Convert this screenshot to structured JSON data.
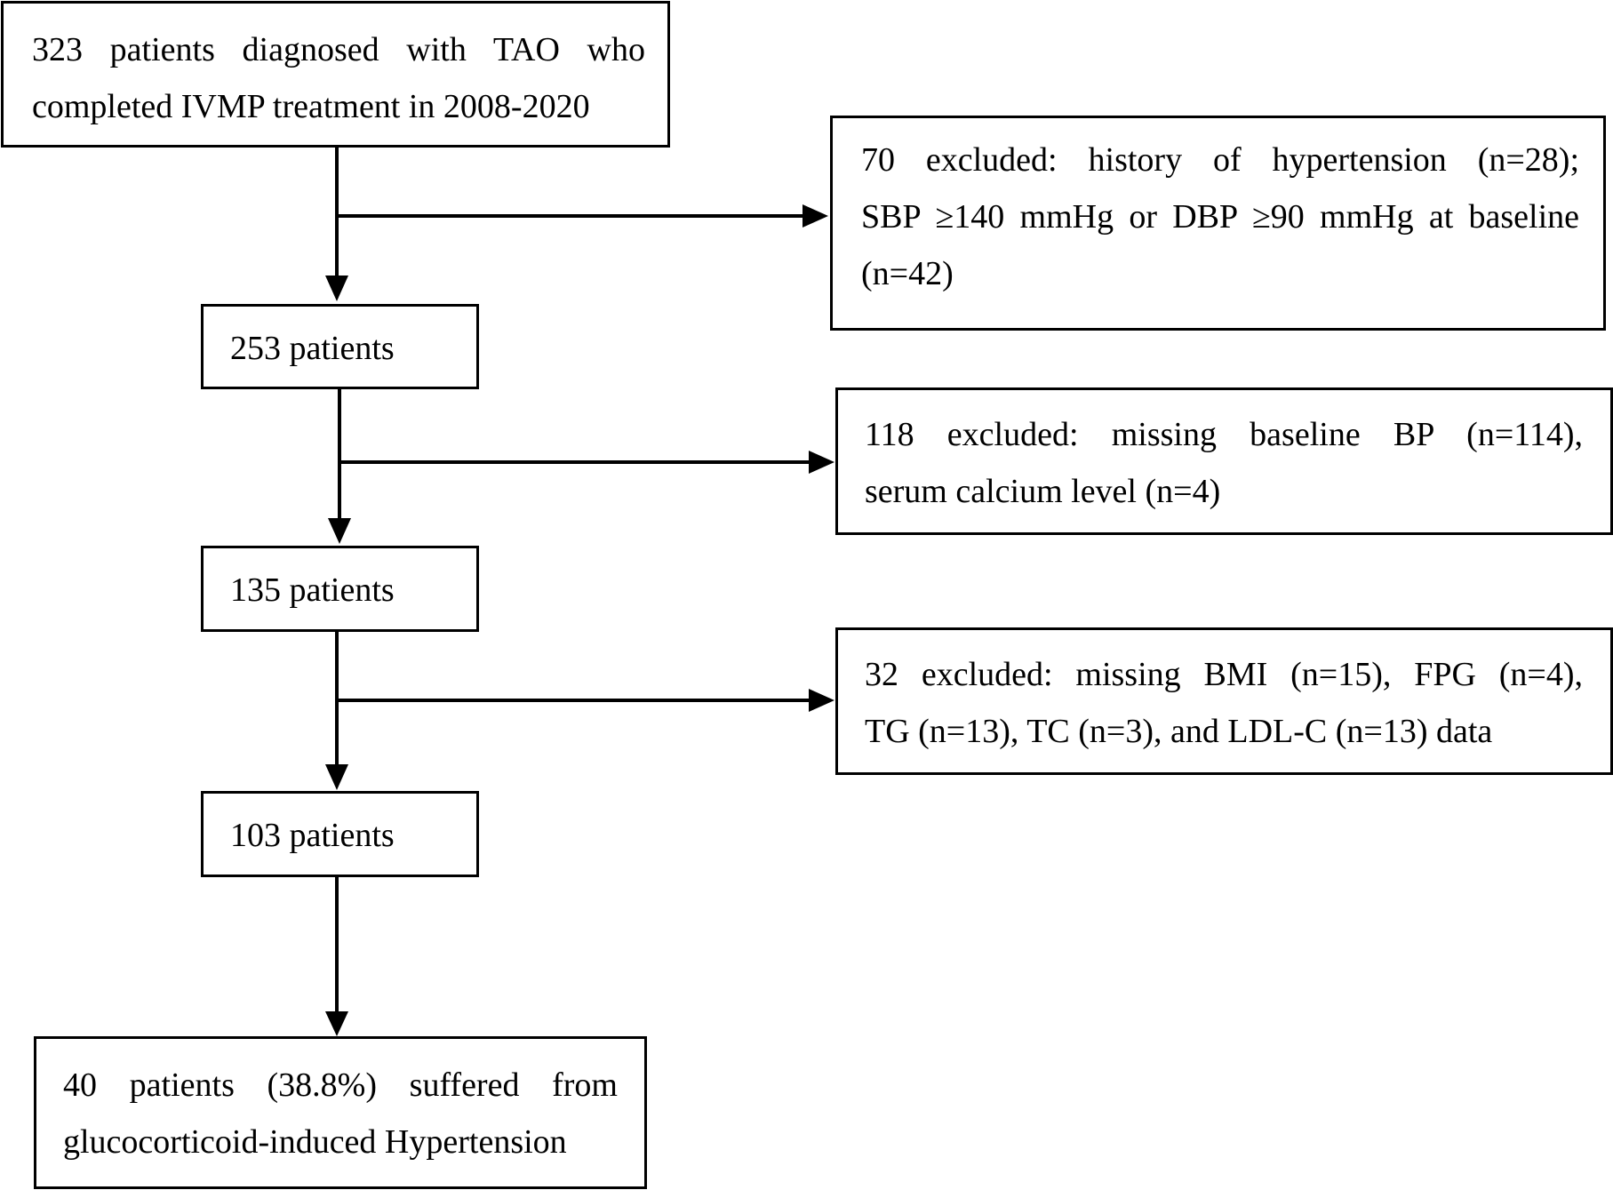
{
  "flowchart": {
    "start": {
      "line1": "323 patients diagnosed with TAO who",
      "line2": "completed IVMP treatment in 2008-2020"
    },
    "exclusion1": {
      "line1": "70 excluded: history of hypertension (n=28);",
      "line2": "SBP ≥140 mmHg or DBP ≥90 mmHg at baseline",
      "line3": "(n=42)"
    },
    "step1": {
      "label": "253 patients"
    },
    "exclusion2": {
      "line1": "118 excluded: missing baseline BP (n=114),",
      "line2": "serum calcium level (n=4)"
    },
    "step2": {
      "label": "135 patients"
    },
    "exclusion3": {
      "line1": "32 excluded: missing BMI (n=15), FPG (n=4),",
      "line2": "TG (n=13), TC (n=3), and LDL-C (n=13) data"
    },
    "step3": {
      "label": "103 patients"
    },
    "outcome": {
      "line1": "40 patients (38.8%) suffered from",
      "line2": "glucocorticoid-induced Hypertension"
    }
  }
}
